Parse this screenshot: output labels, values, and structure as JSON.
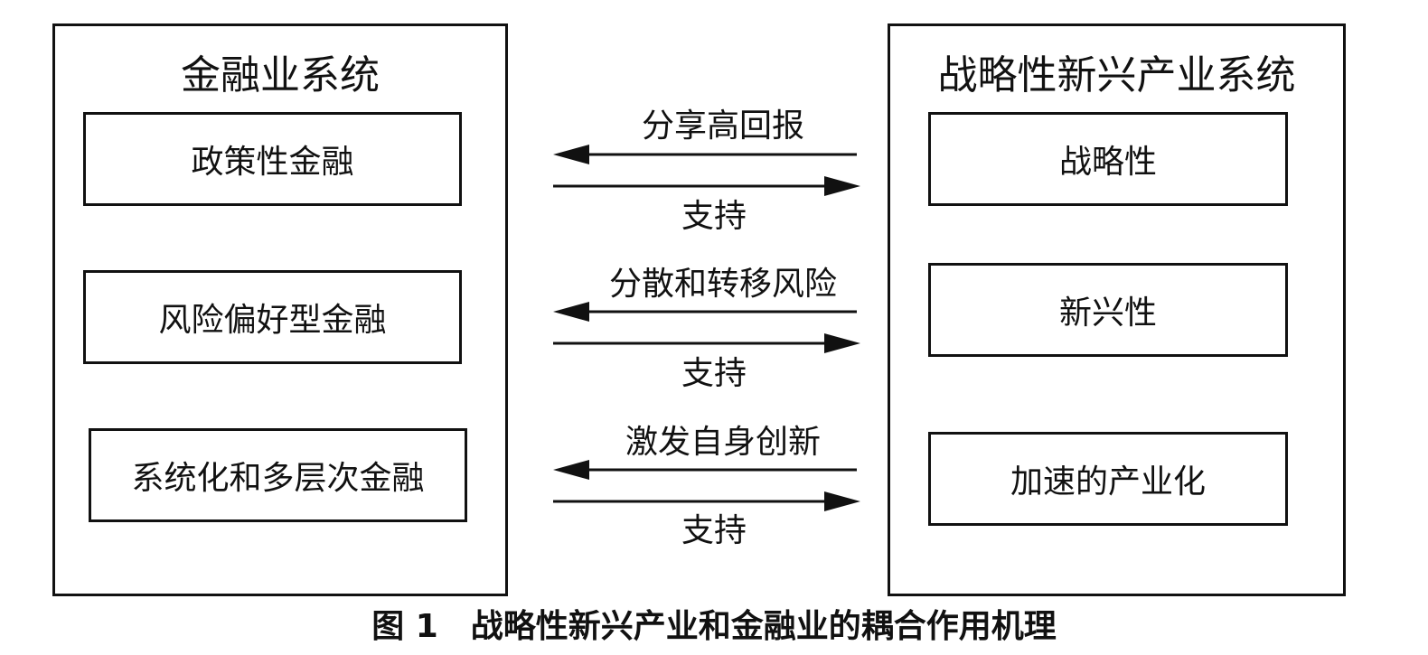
{
  "left_system": {
    "title": "金融业系统",
    "items": [
      "政策性金融",
      "风险偏好型金融",
      "系统化和多层次金融"
    ]
  },
  "right_system": {
    "title": "战略性新兴产业系统",
    "items": [
      "战略性",
      "新兴性",
      "加速的产业化"
    ]
  },
  "links": [
    {
      "to_left": "分享高回报",
      "to_right": "支持"
    },
    {
      "to_left": "分散和转移风险",
      "to_right": "支持"
    },
    {
      "to_left": "激发自身创新",
      "to_right": "支持"
    }
  ],
  "caption": "图 1　战略性新兴产业和金融业的耦合作用机理"
}
